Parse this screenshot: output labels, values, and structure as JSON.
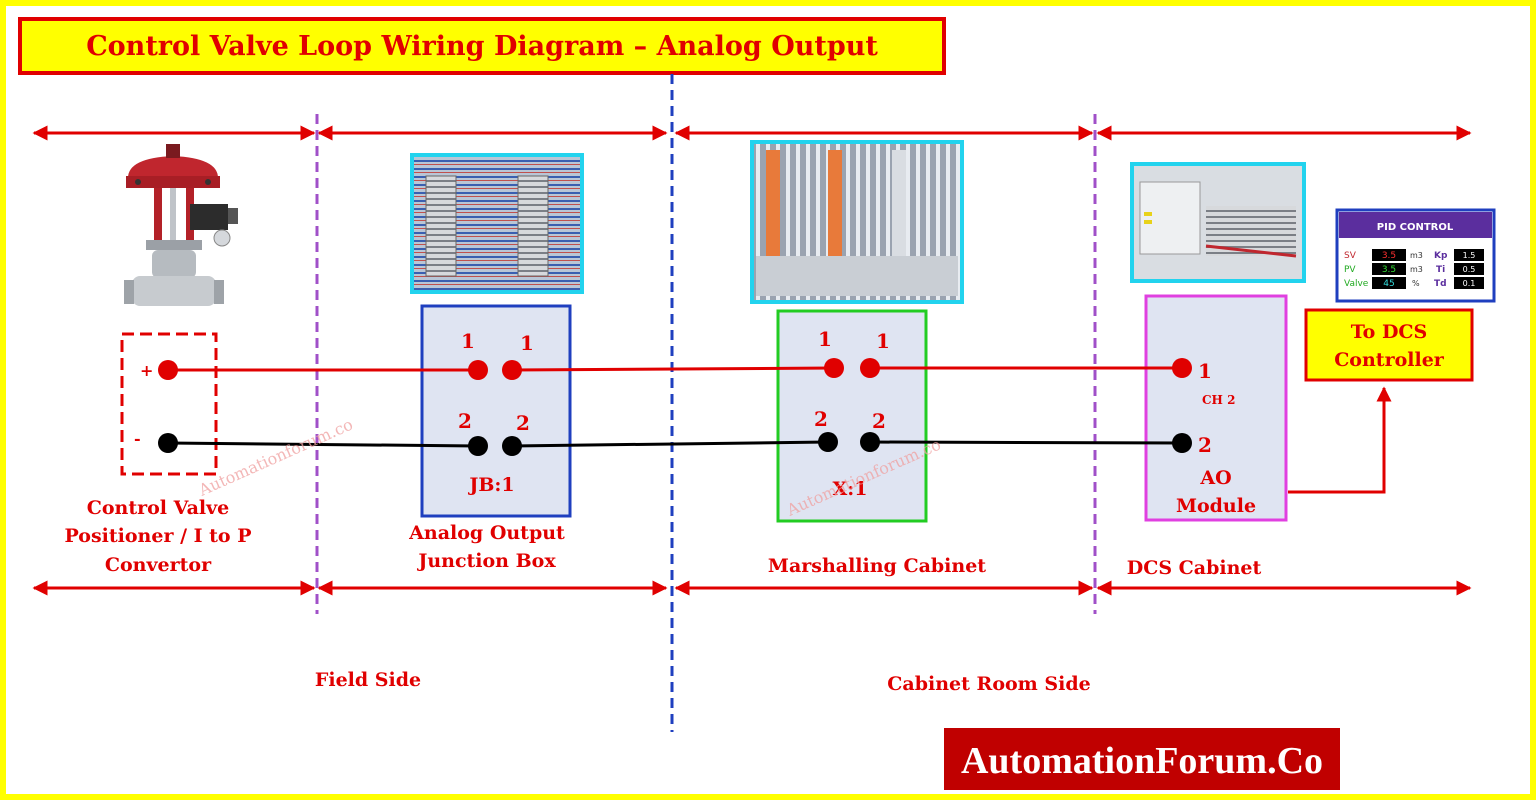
{
  "title": "Control Valve Loop Wiring Diagram – Analog Output",
  "brand": "AutomationForum.Co",
  "watermark": "Automationforum.co",
  "sections": {
    "field_side": "Field Side",
    "cabinet_room_side": "Cabinet Room Side"
  },
  "zones": {
    "valve": [
      "Control Valve",
      "Positioner / I to P",
      "Convertor"
    ],
    "jb": [
      "Analog Output",
      "Junction Box"
    ],
    "marshalling": "Marshalling Cabinet",
    "dcs": "DCS Cabinet"
  },
  "devices": {
    "positioner": {
      "plus": "+",
      "minus": "-"
    },
    "jb": {
      "label": "JB:1",
      "t1a": "1",
      "t1b": "1",
      "t2a": "2",
      "t2b": "2"
    },
    "marshalling": {
      "label": "X:1",
      "t1a": "1",
      "t1b": "1",
      "t2a": "2",
      "t2b": "2"
    },
    "ao_module": {
      "t1": "1",
      "channel": "CH 2",
      "t2": "2",
      "label": [
        "AO",
        "Module"
      ]
    },
    "dcs_controller": [
      "To DCS",
      "Controller"
    ]
  },
  "pid_panel": {
    "title": "PID CONTROL",
    "rows": [
      {
        "name": "SV",
        "value": "3.5",
        "unit": "m3",
        "param": "Kp",
        "param_value": "1.5"
      },
      {
        "name": "PV",
        "value": "3.5",
        "unit": "m3",
        "param": "Ti",
        "param_value": "0.5"
      },
      {
        "name": "Valve",
        "value": "45",
        "unit": "%",
        "param": "Td",
        "param_value": "0.1"
      }
    ]
  },
  "colors": {
    "border": "#ffff00",
    "wire_positive": "#e00000",
    "wire_negative": "#000000",
    "jb_box": "#1f3fbf",
    "marshalling_box": "#22cc22",
    "ao_box": "#e040e0",
    "photo_frame": "#22d3ee",
    "pid_frame": "#1f3fbf",
    "zone_divider": "#a050c8",
    "side_divider": "#1f3fbf",
    "brand_bg": "#c00000"
  }
}
